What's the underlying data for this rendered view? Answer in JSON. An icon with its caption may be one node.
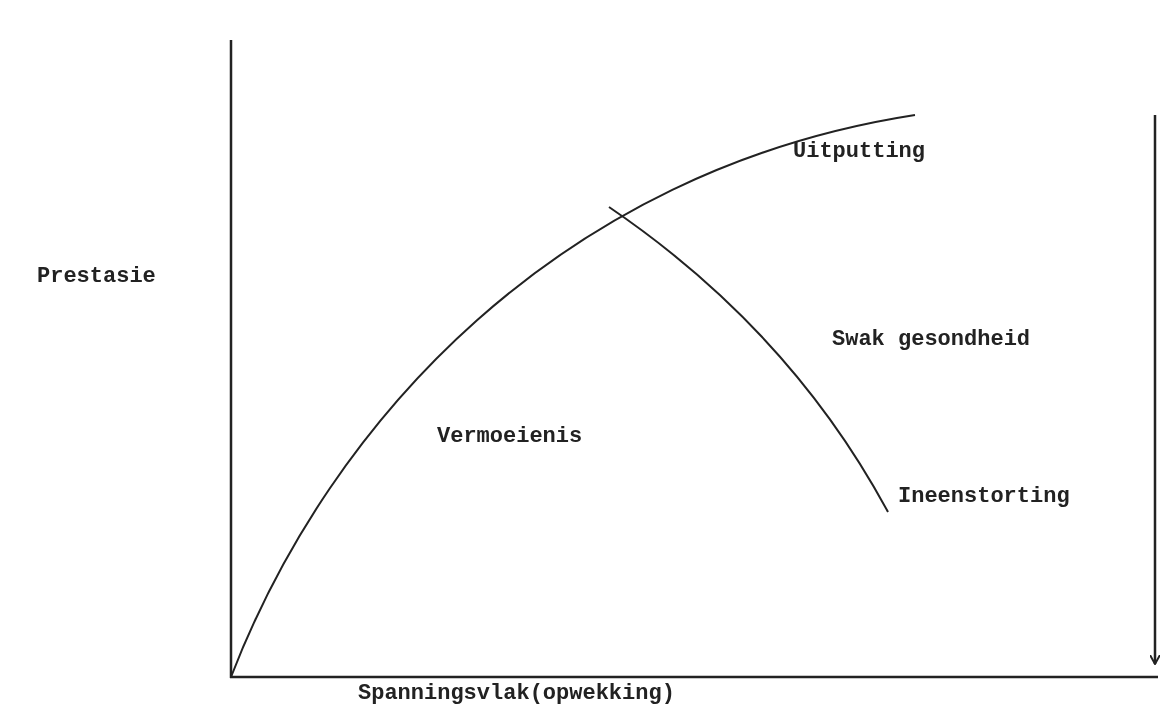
{
  "diagram": {
    "labels": [
      "Uitputting",
      "Prestasie",
      "Swak gesondheid",
      "Vermoeienis",
      "Ineenstorting",
      "Spanningsvlak(opwekking)"
    ]
  }
}
